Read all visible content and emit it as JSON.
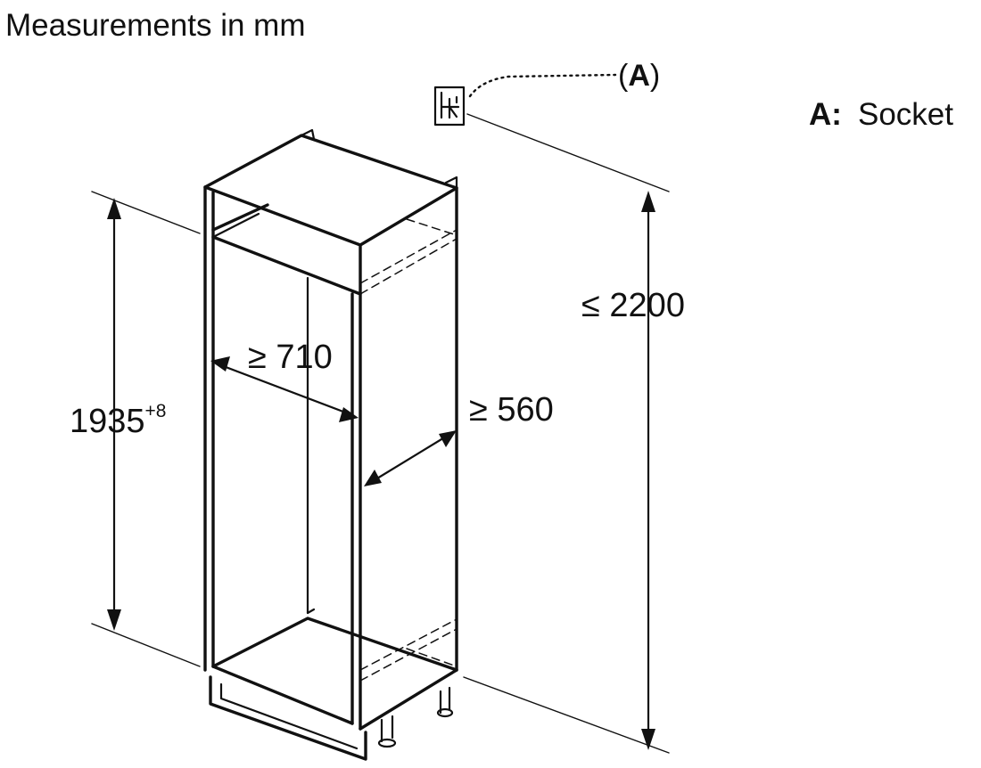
{
  "title": "Measurements in mm",
  "callout": {
    "marker_open": "(",
    "marker_letter": "A",
    "marker_close": ")"
  },
  "legend": {
    "key": "A:",
    "label": "Socket"
  },
  "dimensions": {
    "total_height": "≤ 2200",
    "niche_height": "1935",
    "niche_height_tolerance": "+8",
    "depth": "≥ 710",
    "width": "≥ 560"
  },
  "icons": {
    "socket": "socket-icon",
    "cabinet": "cabinet-niche-drawing"
  }
}
